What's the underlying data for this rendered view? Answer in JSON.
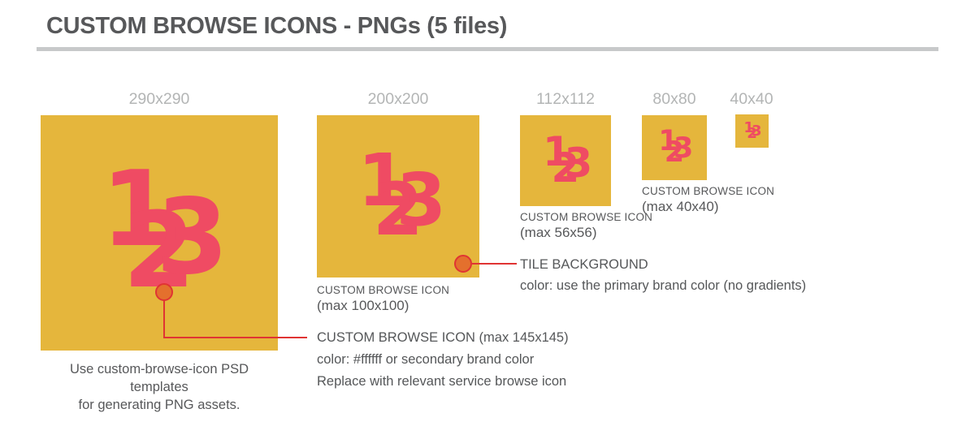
{
  "title": "CUSTOM BROWSE ICONS - PNGs (5 files)",
  "logo": {
    "digits": [
      "1",
      "2",
      "3"
    ]
  },
  "colors": {
    "tile_background": "#e5b63c",
    "logo_pink": "#ef4b63",
    "marker_fill": "#e4702d",
    "marker_stroke": "#e03433",
    "callout_line": "#e03433",
    "size_label_gray": "#b3b5b5",
    "text_gray": "#57585a"
  },
  "tiles": [
    {
      "size_label": "290x290"
    },
    {
      "size_label": "200x200",
      "caption": [
        "CUSTOM BROWSE ICON",
        "(max 100x100)"
      ]
    },
    {
      "size_label": "112x112",
      "caption": [
        "CUSTOM BROWSE ICON",
        "(max 56x56)"
      ]
    },
    {
      "size_label": "80x80",
      "caption": [
        "CUSTOM BROWSE ICON",
        "(max 40x40)"
      ]
    },
    {
      "size_label": "40x40"
    }
  ],
  "footnote": [
    "Use custom-browse-icon PSD templates",
    "for generating PNG assets."
  ],
  "annotations": {
    "icon": {
      "lines": [
        "CUSTOM BROWSE ICON (max 145x145)",
        "color: #ffffff or secondary brand color",
        "Replace with relevant service browse icon"
      ]
    },
    "background": {
      "lines": [
        "TILE BACKGROUND",
        "color: use the primary brand color (no gradients)"
      ]
    }
  }
}
